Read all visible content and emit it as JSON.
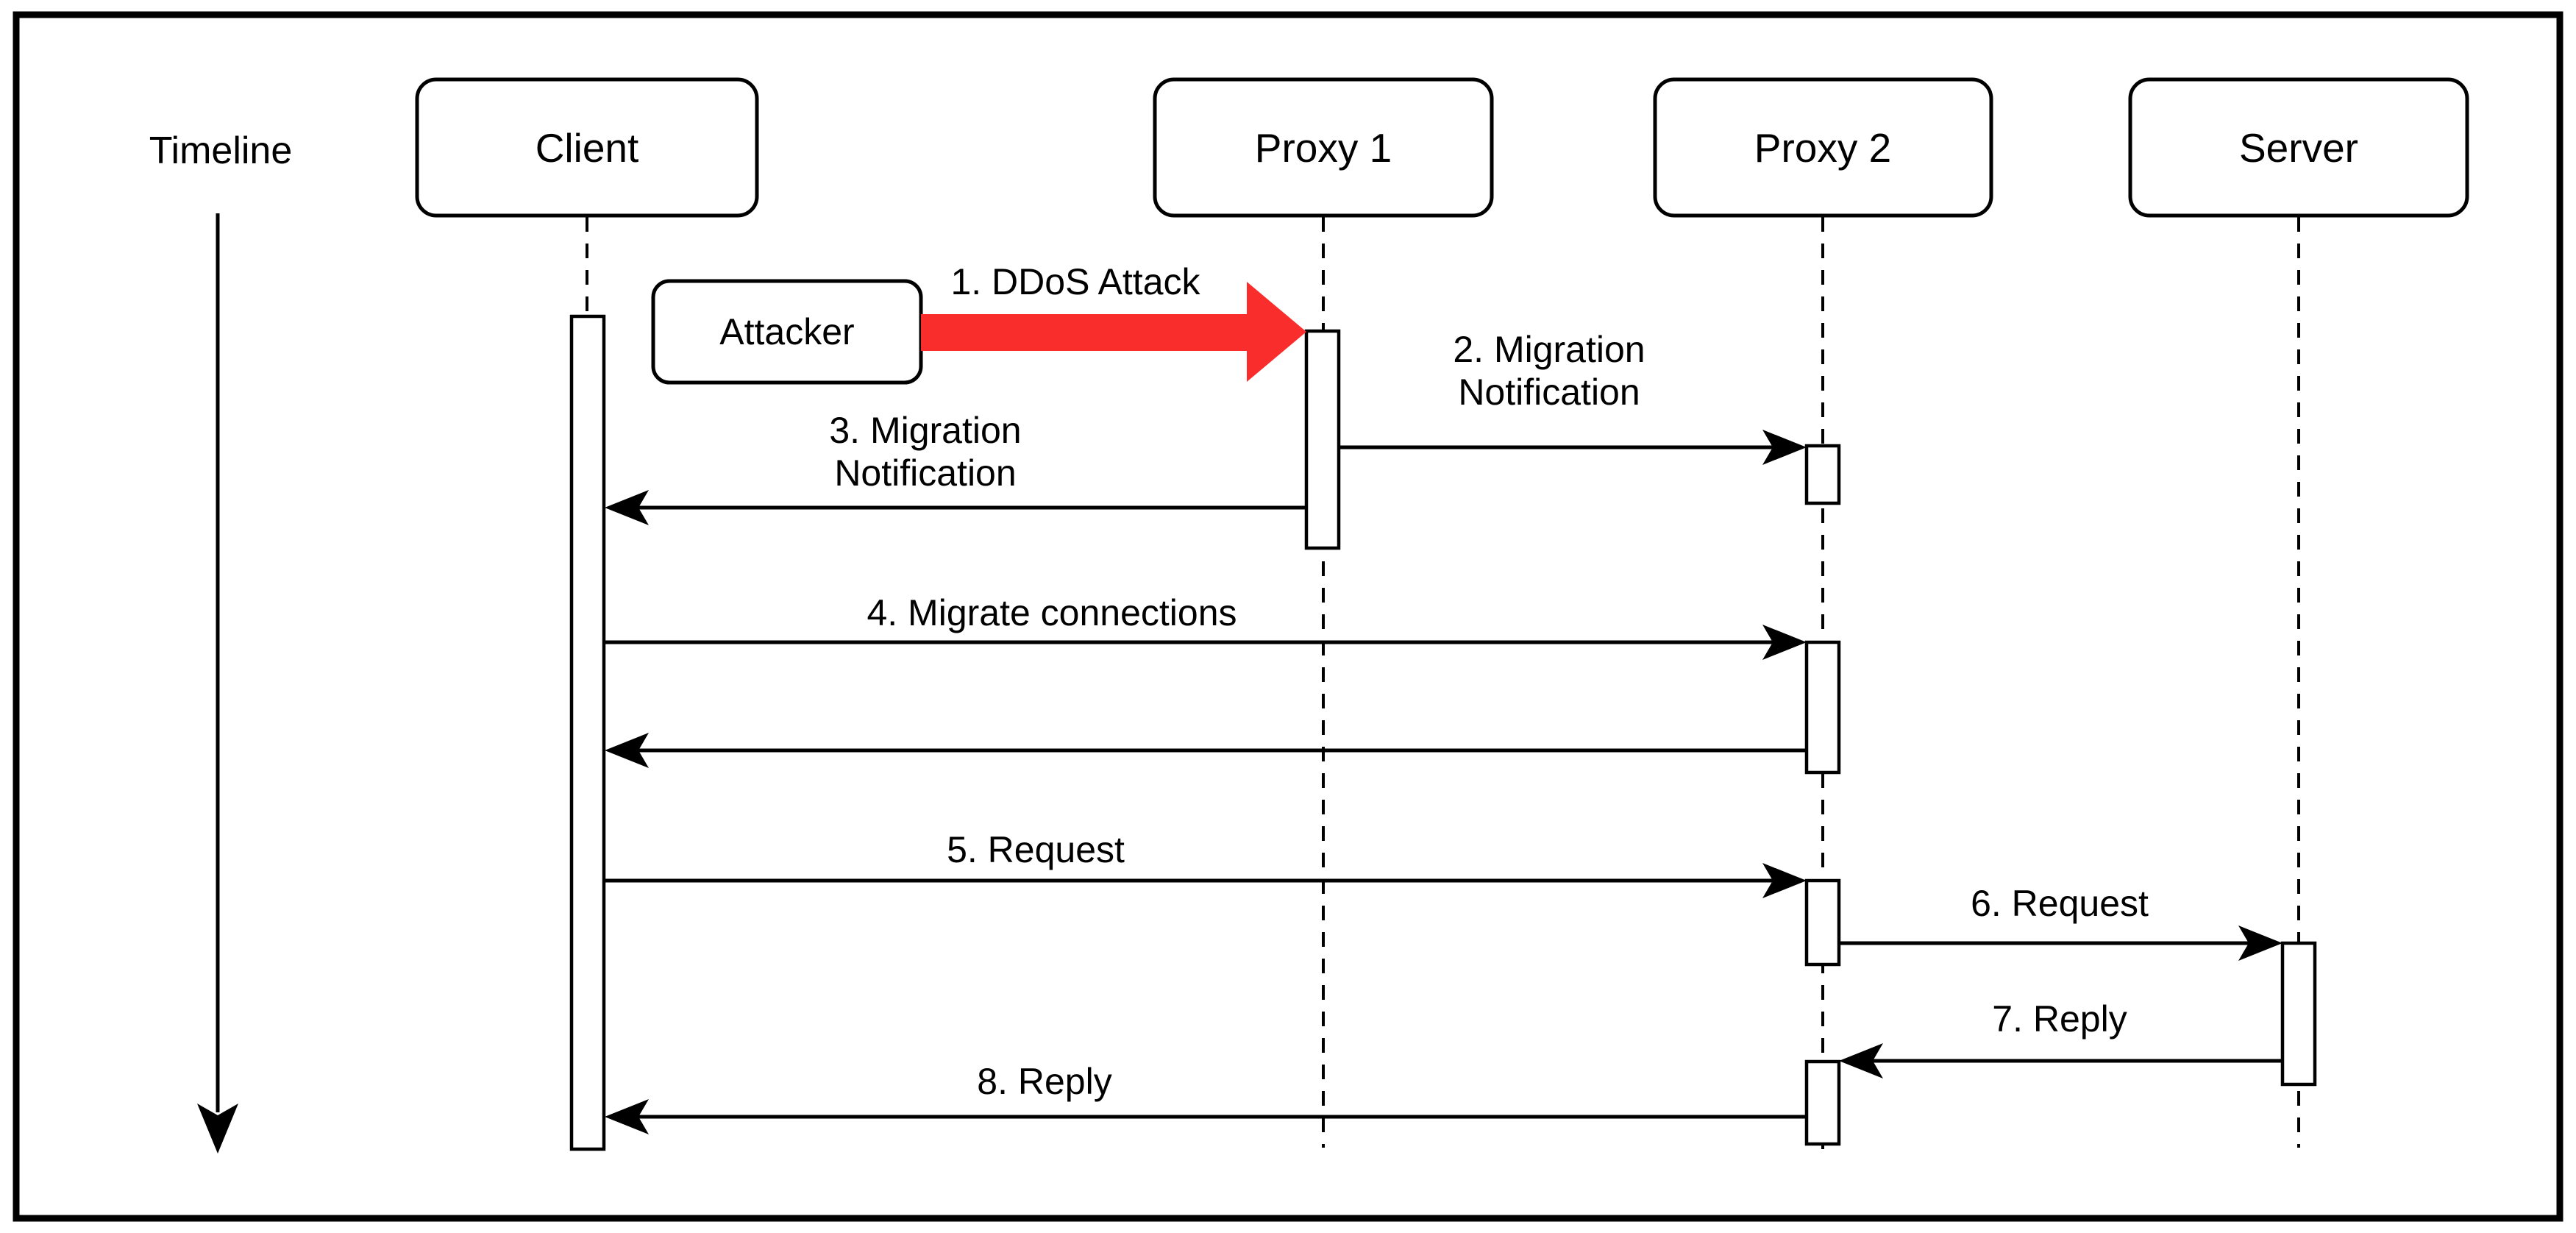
{
  "colors": {
    "background": "#ffffff",
    "stroke": "#000000",
    "attack_arrow": "#fa2d2d"
  },
  "timeline": {
    "label": "Timeline"
  },
  "participants": [
    {
      "id": "client",
      "label": "Client"
    },
    {
      "id": "proxy1",
      "label": "Proxy 1"
    },
    {
      "id": "proxy2",
      "label": "Proxy 2"
    },
    {
      "id": "server",
      "label": "Server"
    }
  ],
  "attacker": {
    "label": "Attacker"
  },
  "messages": [
    {
      "label": "1. DDoS Attack",
      "from": "Attacker",
      "to": "Proxy 1",
      "style": "red-block-arrow"
    },
    {
      "label": "2. Migration Notification",
      "lines": [
        "2. Migration",
        "Notification"
      ],
      "from": "Proxy 1",
      "to": "Proxy 2"
    },
    {
      "label": "3. Migration Notification",
      "lines": [
        "3. Migration",
        "Notification"
      ],
      "from": "Proxy 1",
      "to": "Client"
    },
    {
      "label": "4. Migrate connections",
      "from": "Client",
      "to": "Proxy 2"
    },
    {
      "label": "",
      "from": "Proxy 2",
      "to": "Client"
    },
    {
      "label": "5. Request",
      "from": "Client",
      "to": "Proxy 2"
    },
    {
      "label": "6. Request",
      "from": "Proxy 2",
      "to": "Server"
    },
    {
      "label": "7. Reply",
      "from": "Server",
      "to": "Proxy 2"
    },
    {
      "label": "8. Reply",
      "from": "Proxy 2",
      "to": "Client"
    }
  ]
}
